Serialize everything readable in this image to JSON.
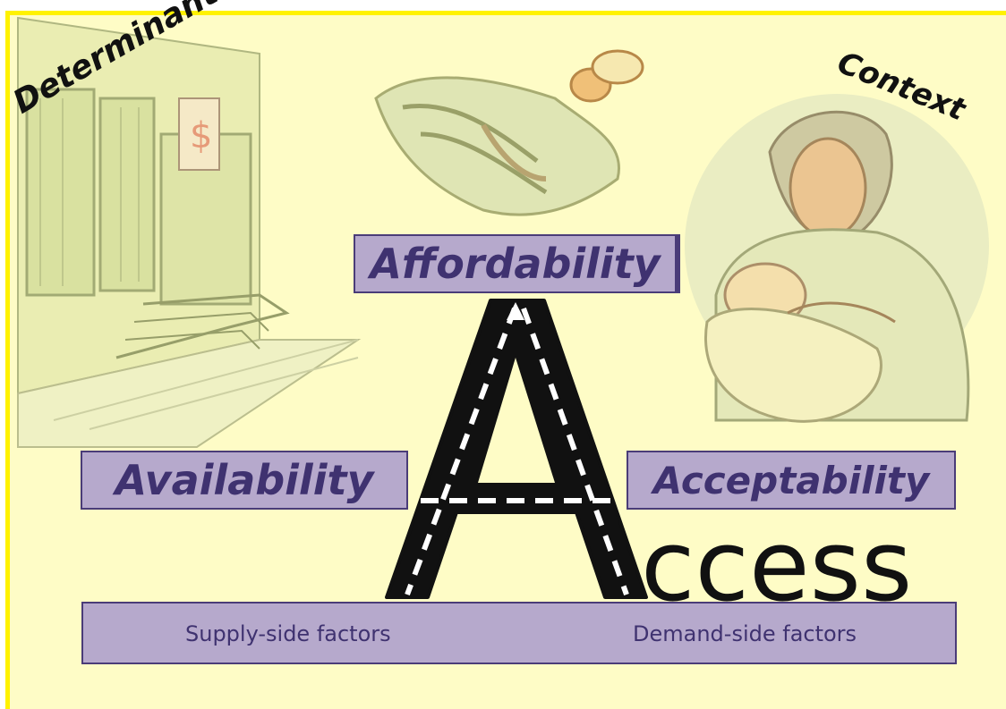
{
  "labels": {
    "affordability": "Affordability",
    "availability": "Availability",
    "acceptability": "Acceptability",
    "access_suffix": "ccess",
    "determinants": "Determinants",
    "context": "Context",
    "supply_side": "Supply-side factors",
    "demand_side": "Demand-side factors"
  },
  "icons": {
    "building": "pharmacy-building-icon",
    "money": "money-bundle-icon",
    "mother": "mother-and-baby-icon",
    "road_letter": "road-letter-a-icon",
    "arrow": "double-headed-arrow-icon"
  },
  "colors": {
    "background": "#fefcc6",
    "border": "#fff200",
    "box_fill": "#b6a9cc",
    "box_text": "#3f3270",
    "road": "#111111"
  }
}
